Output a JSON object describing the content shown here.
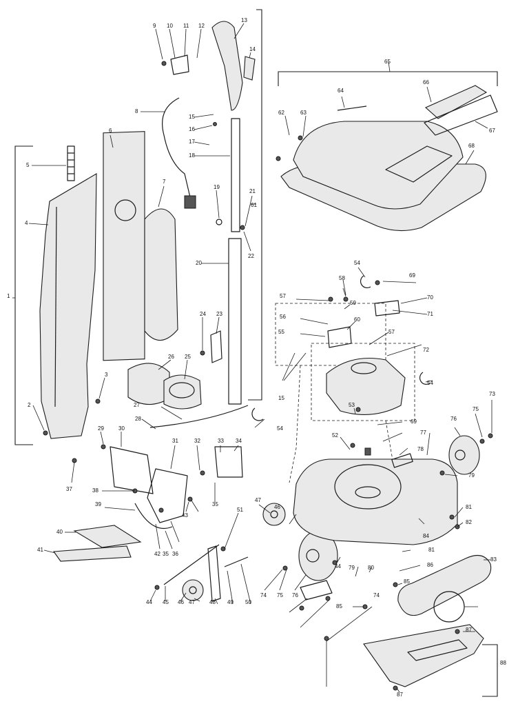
{
  "callouts": [
    "1",
    "2",
    "3",
    "4",
    "5",
    "6",
    "7",
    "8",
    "9",
    "10",
    "11",
    "12",
    "13",
    "14",
    "15",
    "16",
    "17",
    "18",
    "19",
    "20",
    "21",
    "22",
    "23",
    "24",
    "25",
    "26",
    "27",
    "28",
    "29",
    "30",
    "31",
    "32",
    "33",
    "34",
    "35",
    "36",
    "37",
    "38",
    "39",
    "40",
    "41",
    "42",
    "43",
    "44",
    "45",
    "46",
    "47",
    "48",
    "49",
    "50",
    "51",
    "52",
    "53",
    "54",
    "55",
    "56",
    "57",
    "58",
    "59",
    "60",
    "61",
    "62",
    "63",
    "64",
    "65",
    "66",
    "67",
    "68",
    "69",
    "70",
    "71",
    "72",
    "73",
    "74",
    "75",
    "76",
    "77",
    "78",
    "79",
    "80",
    "81",
    "82",
    "83",
    "84",
    "85",
    "86",
    "87",
    "88"
  ]
}
